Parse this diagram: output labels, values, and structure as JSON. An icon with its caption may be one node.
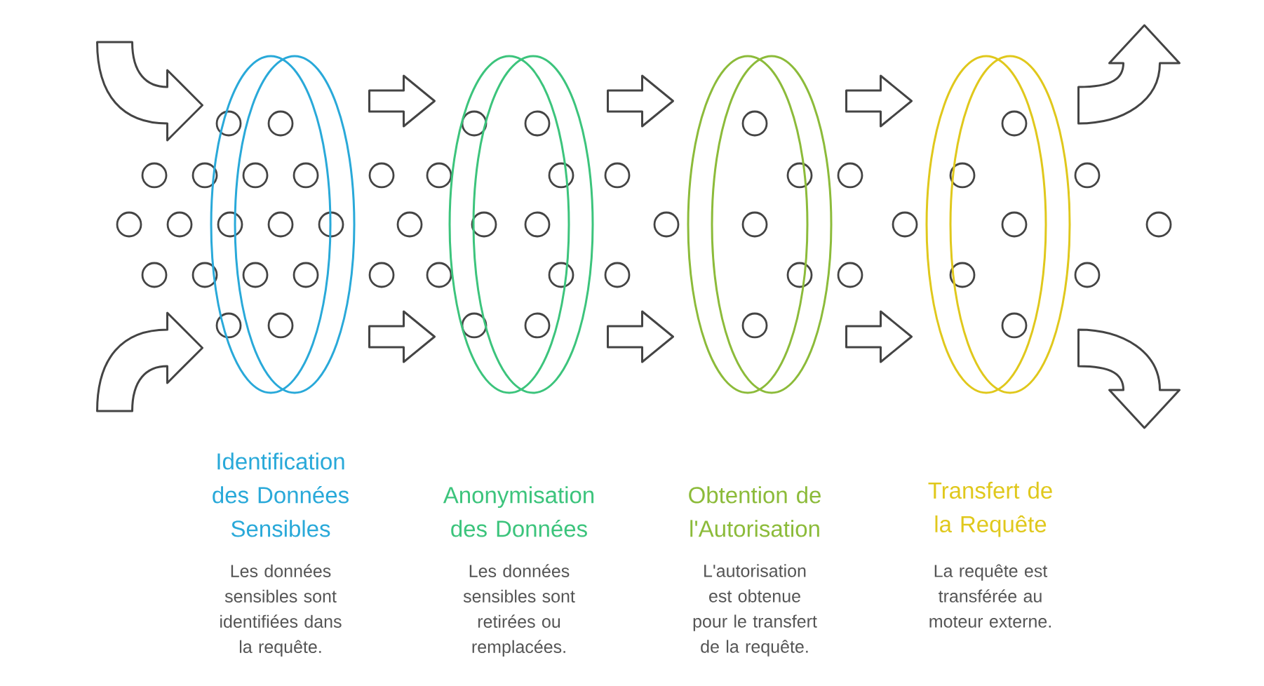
{
  "diagram": {
    "nodes": [
      {
        "text": [
          "Identification des Données Sensibles"
        ]
      },
      {
        "text": [
          "Anonymisation des Données"
        ]
      },
      {
        "text": [
          "Obtention de l'Autorisation"
        ]
      },
      {
        "text": [
          "Transfert de la Requête"
        ]
      }
    ],
    "edges": [
      {
        "from": null,
        "to": 0,
        "arrow": "to"
      },
      {
        "from": null,
        "to": 0,
        "arrow": "to"
      },
      {
        "from": 0,
        "to": 1,
        "arrow": "to"
      },
      {
        "from": 0,
        "to": 1,
        "arrow": "to"
      },
      {
        "from": 1,
        "to": 2,
        "arrow": "to"
      },
      {
        "from": 1,
        "to": 2,
        "arrow": "to"
      },
      {
        "from": 2,
        "to": 3,
        "arrow": "to"
      },
      {
        "from": 2,
        "to": 3,
        "arrow": "to"
      },
      {
        "from": 3,
        "to": null,
        "arrow": "to"
      },
      {
        "from": 3,
        "to": null,
        "arrow": "to"
      }
    ],
    "labels": [
      "Les données sensibles sont identifiées dans la requête.",
      "Les données sensibles sont retirées ou remplacées.",
      "L'autorisation est obtenue pour le transfert de la requête.",
      "La requête est transférée au moteur externe."
    ]
  }
}
